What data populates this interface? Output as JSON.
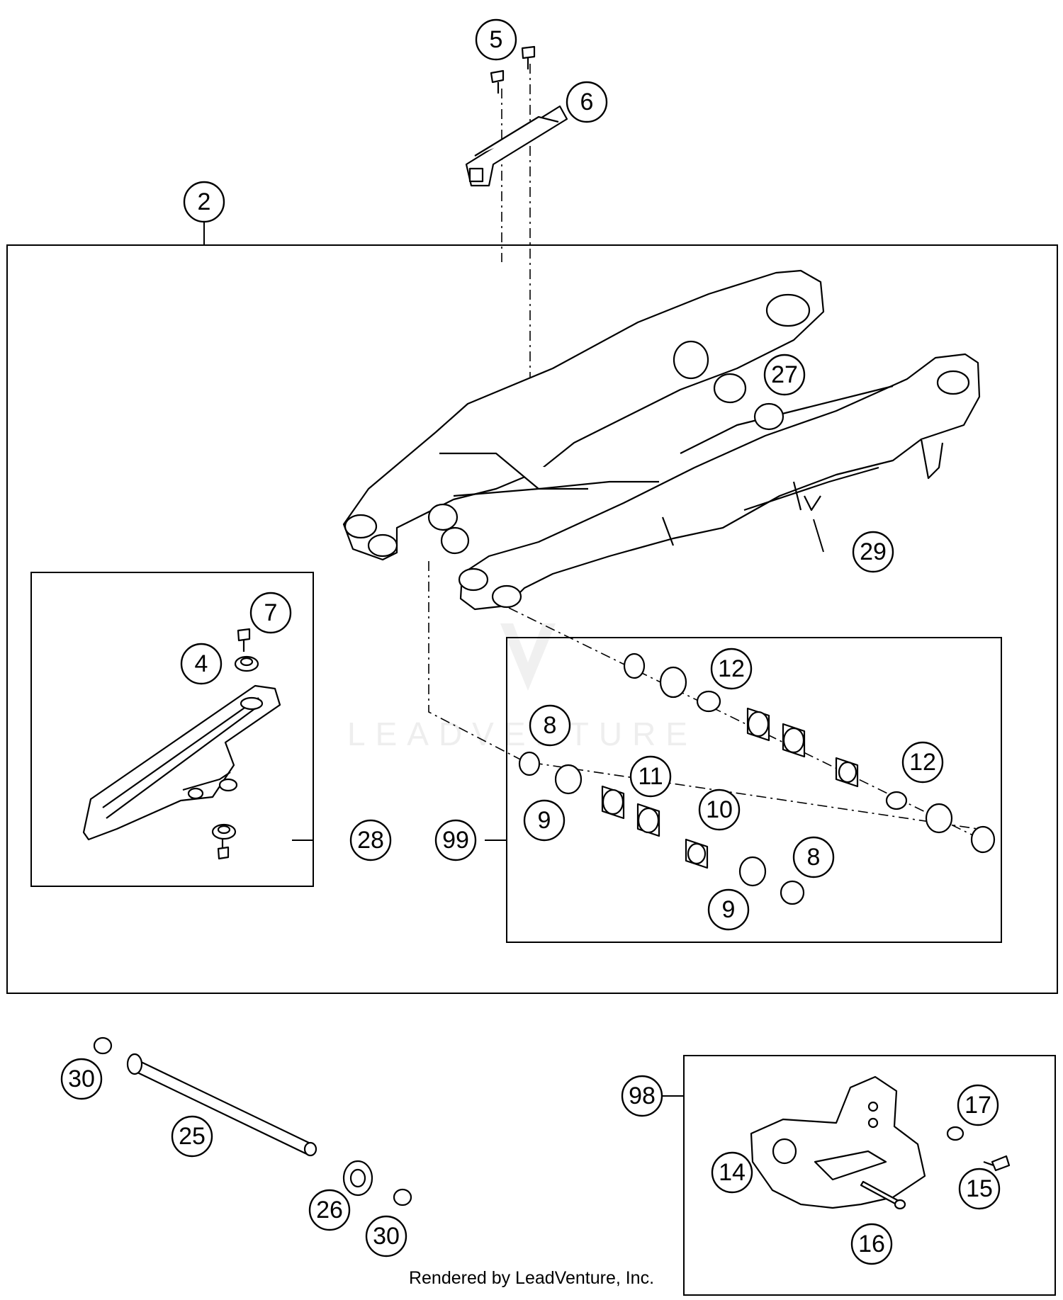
{
  "diagram": {
    "callouts": [
      "5",
      "6",
      "2",
      "27",
      "29",
      "7",
      "4",
      "28",
      "12",
      "8",
      "11",
      "10",
      "9",
      "99",
      "12",
      "8",
      "9",
      "30",
      "25",
      "26",
      "30",
      "98",
      "17",
      "14",
      "15",
      "16"
    ],
    "watermark": "LEADVENTURE",
    "footer": "Rendered by LeadVenture, Inc."
  }
}
